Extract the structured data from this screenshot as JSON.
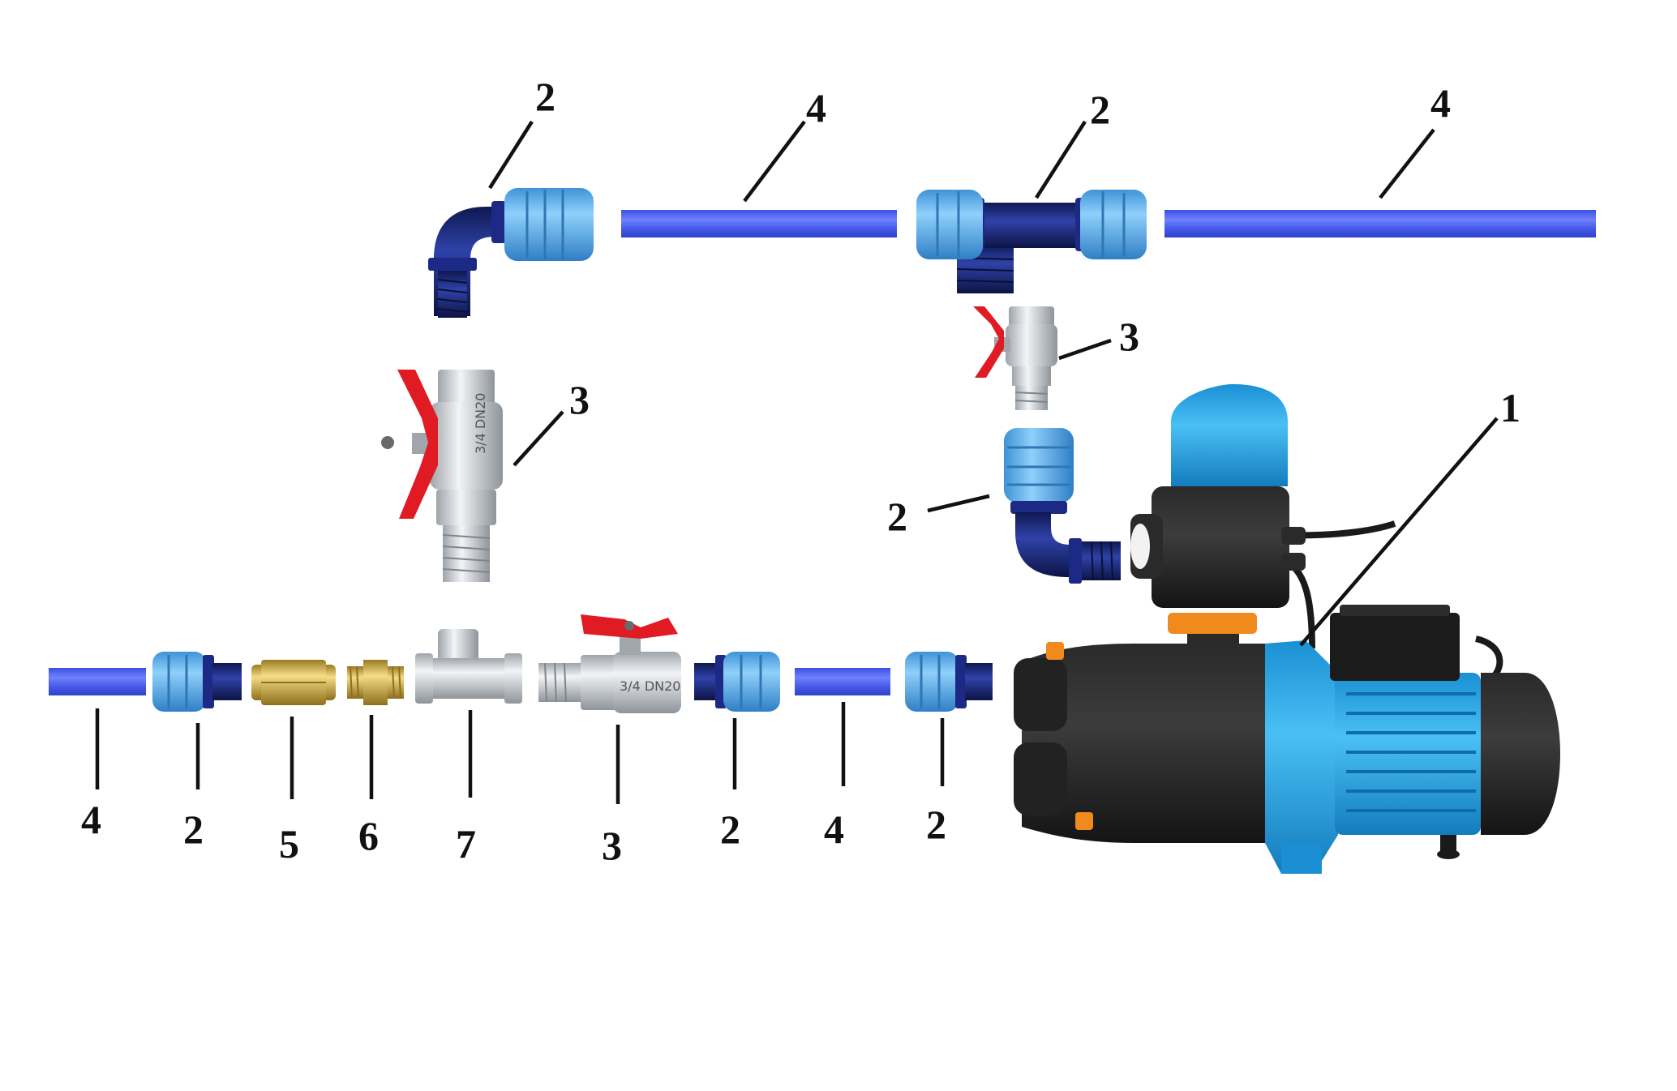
{
  "labels": {
    "top_elbow": "2",
    "top_pipe_left": "4",
    "top_tee": "2",
    "top_pipe_right": "4",
    "upper_valve_right": "3",
    "pump": "1",
    "left_valve": "3",
    "mid_elbow": "2",
    "bottom_pipe_left": "4",
    "bottom_coupling_1": "2",
    "check_valve": "5",
    "nipple": "6",
    "brass_tee": "7",
    "bottom_valve": "3",
    "bottom_coupling_2": "2",
    "bottom_pipe_short": "4",
    "bottom_coupling_3": "2"
  },
  "colors": {
    "pipe": "#4a5ee8",
    "fitting_light": "#5aaee8",
    "fitting_dark": "#16236e",
    "valve_body": "#c9cdd1",
    "valve_handle": "#e01b24",
    "brass": "#c9a53a",
    "pump_blue": "#1f9fe0",
    "pump_black": "#1e1e1e",
    "orange": "#f08a1c"
  },
  "icons": {
    "pump": "water-pump-icon",
    "ball_valve": "ball-valve-icon",
    "elbow": "elbow-fitting-icon",
    "tee": "tee-fitting-icon",
    "coupling": "coupling-icon",
    "pipe": "pipe-icon",
    "check_valve": "check-valve-icon",
    "nipple": "nipple-fitting-icon"
  }
}
